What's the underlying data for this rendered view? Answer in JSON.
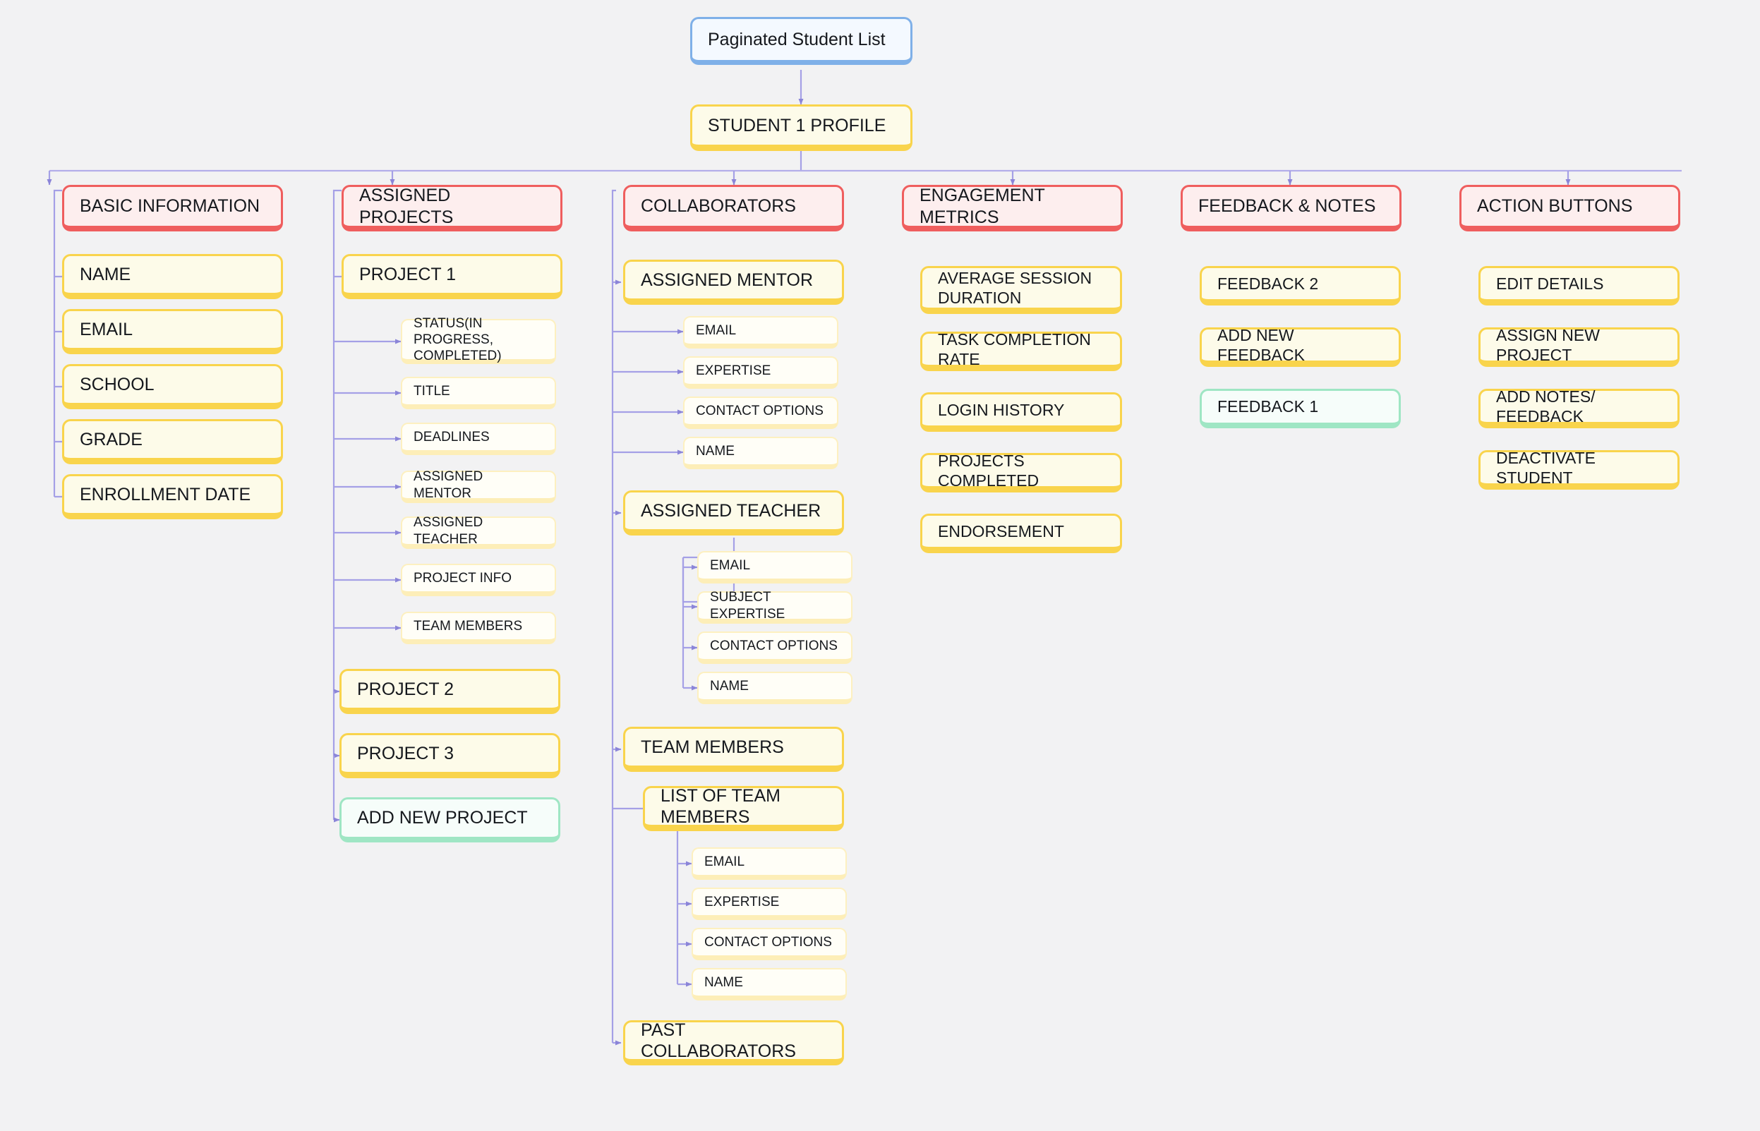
{
  "diagram": {
    "title": "Student Profile Structure Flowchart",
    "background": "#f2f2f3",
    "colors": {
      "root_border": "#7fb0e8",
      "category_border": "#ef5e5e",
      "category_fill": "#fdeeee",
      "item_border": "#f9d44c",
      "item_fill": "#fdfbe9",
      "sub_border": "#fdf0c0",
      "sub_fill": "#fffef7",
      "accent_green": "#9fe6c4",
      "connector": "#9b96e0"
    }
  },
  "root": {
    "label": "Paginated Student List"
  },
  "profile": {
    "label": "STUDENT 1 PROFILE"
  },
  "columns": [
    {
      "header": "BASIC INFORMATION",
      "items": [
        "NAME",
        "EMAIL",
        "SCHOOL",
        "GRADE",
        "ENROLLMENT DATE"
      ]
    },
    {
      "header": "ASSIGNED PROJECTS",
      "project1": "PROJECT 1",
      "project1_subs": [
        "STATUS(IN PROGRESS, COMPLETED)",
        "TITLE",
        "DEADLINES",
        "ASSIGNED MENTOR",
        "ASSIGNED TEACHER",
        "PROJECT INFO",
        "TEAM MEMBERS"
      ],
      "project2": "PROJECT 2",
      "project3": "PROJECT 3",
      "add_new": "ADD NEW PROJECT"
    },
    {
      "header": "COLLABORATORS",
      "mentor": "ASSIGNED MENTOR",
      "mentor_subs": [
        "EMAIL",
        "EXPERTISE",
        "CONTACT OPTIONS",
        "NAME"
      ],
      "teacher": "ASSIGNED TEACHER",
      "teacher_subs": [
        "EMAIL",
        "SUBJECT EXPERTISE",
        "CONTACT OPTIONS",
        "NAME"
      ],
      "team_members": "TEAM MEMBERS",
      "list_of_team_members": "LIST OF TEAM MEMBERS",
      "team_subs": [
        "EMAIL",
        "EXPERTISE",
        "CONTACT OPTIONS",
        "NAME"
      ],
      "past_collaborators": "PAST COLLABORATORS"
    },
    {
      "header": "ENGAGEMENT METRICS",
      "items": [
        "AVERAGE SESSION DURATION",
        "TASK COMPLETION RATE",
        "LOGIN HISTORY",
        "PROJECTS COMPLETED",
        "ENDORSEMENT"
      ]
    },
    {
      "header": "FEEDBACK & NOTES",
      "items": [
        "FEEDBACK 2",
        "ADD NEW FEEDBACK"
      ],
      "highlight": "FEEDBACK 1"
    },
    {
      "header": "ACTION BUTTONS",
      "items": [
        "EDIT DETAILS",
        "ASSIGN NEW PROJECT",
        "ADD NOTES/ FEEDBACK",
        "DEACTIVATE STUDENT"
      ]
    }
  ]
}
